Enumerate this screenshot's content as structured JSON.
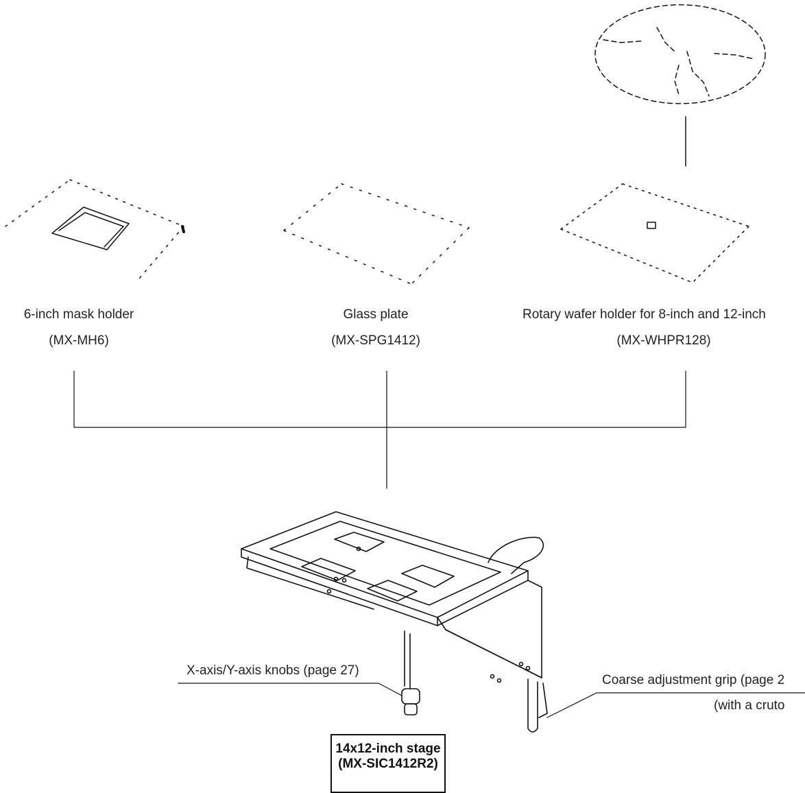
{
  "items": {
    "mask_holder": {
      "name": "6-inch mask holder",
      "code": "(MX-MH6)"
    },
    "glass_plate": {
      "name": "Glass plate",
      "code": "(MX-SPG1412)"
    },
    "wafer_holder": {
      "name": "Rotary wafer holder for 8-inch and 12-inch",
      "code": "(MX-WHPR128)"
    }
  },
  "callouts": {
    "knobs": "X-axis/Y-axis knobs (page 27)",
    "grip": "Coarse adjustment grip (page 2",
    "grip_note": "(with a cruto"
  },
  "stage": {
    "line1": "14x12-inch stage",
    "line2": "(MX-SIC1412R2)"
  }
}
